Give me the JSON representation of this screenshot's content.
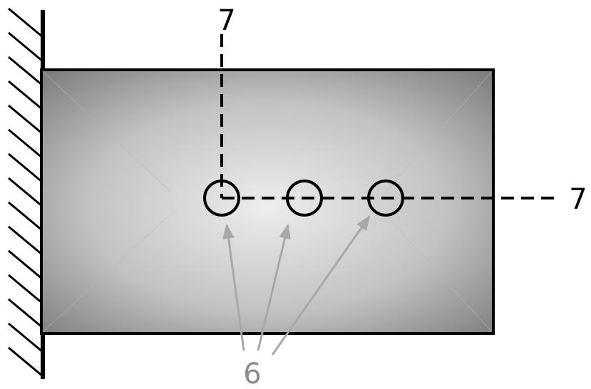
{
  "labels": {
    "axis_top": "7",
    "axis_right": "7",
    "pointer": "6"
  },
  "colors": {
    "plate_center": "#ededed",
    "plate_edge": "#7a7a7a",
    "outline": "#000000",
    "pointer": "#a8a8a8",
    "pointer_label": "#8c8c8c"
  }
}
